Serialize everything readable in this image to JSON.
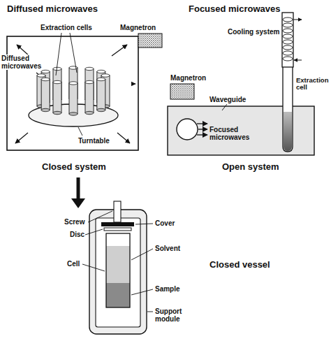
{
  "diagram": {
    "labels": [
      "Diffused microwaves",
      "Focused microwaves",
      "Extraction cells",
      "Magnetron",
      "Diffused microwaves",
      "Turntable",
      "Cooling system",
      "Magnetron",
      "Waveguide",
      "Focused microwaves",
      "Extraction cell",
      "Closed system",
      "Open system",
      "Screw",
      "Disc",
      "Cover",
      "Solvent",
      "Cell",
      "Sample",
      "Support module",
      "Closed vessel"
    ]
  }
}
